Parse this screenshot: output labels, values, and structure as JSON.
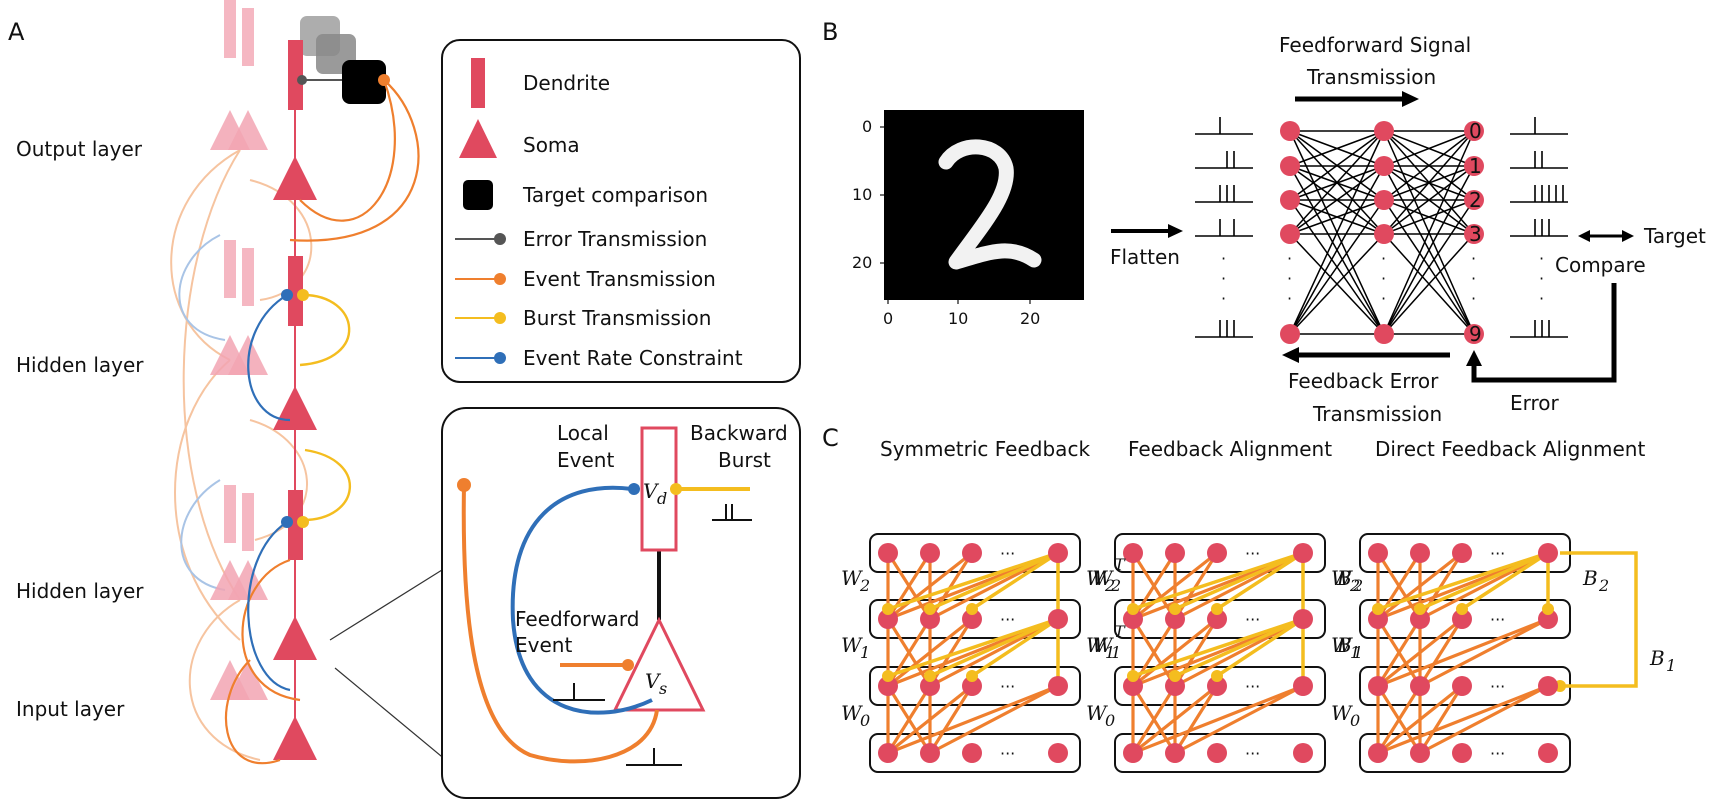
{
  "panels": {
    "a": "A",
    "b": "B",
    "c": "C"
  },
  "colors": {
    "red": "#e0495f",
    "pink": "#f2a5b3",
    "orange": "#ef7f2e",
    "orange_light": "#f6c4a0",
    "yellow": "#f4bd1f",
    "blue": "#2f6fb8",
    "blue_light": "#a9c4e6",
    "gray": "#555555"
  },
  "panelA": {
    "layers": [
      "Output layer",
      "Hidden layer",
      "Hidden layer",
      "Input layer"
    ],
    "legend": [
      {
        "icon": "dendrite",
        "label": "Dendrite"
      },
      {
        "icon": "soma",
        "label": "Soma"
      },
      {
        "icon": "target",
        "label": "Target comparison"
      },
      {
        "icon": "line-gray",
        "label": "Error Transmission"
      },
      {
        "icon": "line-orange",
        "label": "Event Transmission"
      },
      {
        "icon": "line-yellow",
        "label": "Burst Transmission"
      },
      {
        "icon": "line-blue",
        "label": "Event Rate Constraint"
      }
    ],
    "inset": {
      "local_event": [
        "Local",
        "Event"
      ],
      "backward_burst": [
        "Backward",
        "Burst"
      ],
      "feedforward_event": [
        "Feedforward",
        "Event"
      ],
      "vd": "V",
      "vd_sub": "d",
      "vs": "V",
      "vs_sub": "s"
    }
  },
  "panelB": {
    "title_line1": "Feedforward Signal",
    "title_line2": "Transmission",
    "image_yticks": [
      "0",
      "10",
      "20"
    ],
    "image_xticks": [
      "0",
      "10",
      "20"
    ],
    "flatten": "Flatten",
    "outputs": [
      "0",
      "1",
      "2",
      "3",
      "9"
    ],
    "compare": "Compare",
    "target": "Target",
    "error": "Error",
    "feedback_line1": "Feedback Error",
    "feedback_line2": "Transmission",
    "dots": "·"
  },
  "panelC": {
    "titles": [
      "Symmetric Feedback",
      "Feedback Alignment",
      "Direct Feedback Alignment"
    ],
    "ellipsis": "···",
    "weights": {
      "w2": "W",
      "w2_sub": "2",
      "w1": "W",
      "w1_sub": "1",
      "w0": "W",
      "w0_sub": "0",
      "T": "T"
    },
    "feedback": {
      "b2": "B",
      "b2_sub": "2",
      "b1": "B",
      "b1_sub": "1"
    }
  }
}
